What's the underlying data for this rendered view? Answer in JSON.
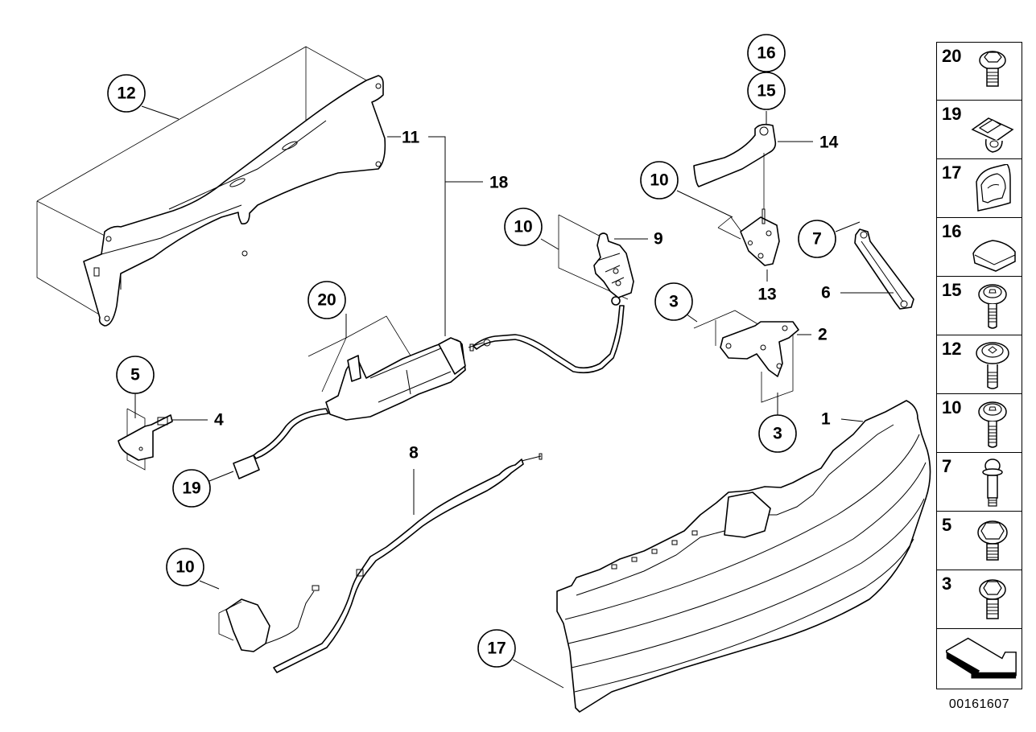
{
  "diagram": {
    "title": "Parts exploded view",
    "document_number": "00161607",
    "callouts": [
      {
        "id": "c12",
        "number": "12",
        "style": "circle"
      },
      {
        "id": "c11",
        "number": "11",
        "style": "plain"
      },
      {
        "id": "c18",
        "number": "18",
        "style": "plain"
      },
      {
        "id": "c20",
        "number": "20",
        "style": "circle"
      },
      {
        "id": "c10a",
        "number": "10",
        "style": "circle"
      },
      {
        "id": "c9",
        "number": "9",
        "style": "plain"
      },
      {
        "id": "c16",
        "number": "16",
        "style": "circle"
      },
      {
        "id": "c15",
        "number": "15",
        "style": "circle"
      },
      {
        "id": "c14",
        "number": "14",
        "style": "plain"
      },
      {
        "id": "c10b",
        "number": "10",
        "style": "circle"
      },
      {
        "id": "c13",
        "number": "13",
        "style": "plain"
      },
      {
        "id": "c7",
        "number": "7",
        "style": "circle"
      },
      {
        "id": "c6",
        "number": "6",
        "style": "plain"
      },
      {
        "id": "c3a",
        "number": "3",
        "style": "circle"
      },
      {
        "id": "c2",
        "number": "2",
        "style": "plain"
      },
      {
        "id": "c3b",
        "number": "3",
        "style": "circle"
      },
      {
        "id": "c1",
        "number": "1",
        "style": "plain"
      },
      {
        "id": "c5",
        "number": "5",
        "style": "circle"
      },
      {
        "id": "c4",
        "number": "4",
        "style": "plain"
      },
      {
        "id": "c19",
        "number": "19",
        "style": "circle"
      },
      {
        "id": "c8",
        "number": "8",
        "style": "plain"
      },
      {
        "id": "c10c",
        "number": "10",
        "style": "circle"
      },
      {
        "id": "c17",
        "number": "17",
        "style": "circle"
      }
    ]
  },
  "legend": {
    "items": [
      {
        "number": "20",
        "icon": "hex-flange-bolt-icon"
      },
      {
        "number": "19",
        "icon": "clip-nut-icon"
      },
      {
        "number": "17",
        "icon": "cover-cap-icon"
      },
      {
        "number": "16",
        "icon": "cap-icon"
      },
      {
        "number": "15",
        "icon": "torx-washer-screw-icon"
      },
      {
        "number": "12",
        "icon": "torx-washer-screw-large-icon"
      },
      {
        "number": "10",
        "icon": "torx-washer-screw-icon"
      },
      {
        "number": "7",
        "icon": "shoulder-bolt-icon"
      },
      {
        "number": "5",
        "icon": "hex-flange-bolt-icon"
      },
      {
        "number": "3",
        "icon": "hex-flange-bolt-small-icon"
      }
    ],
    "nav_arrow_icon": "arrow-down-right-icon"
  }
}
